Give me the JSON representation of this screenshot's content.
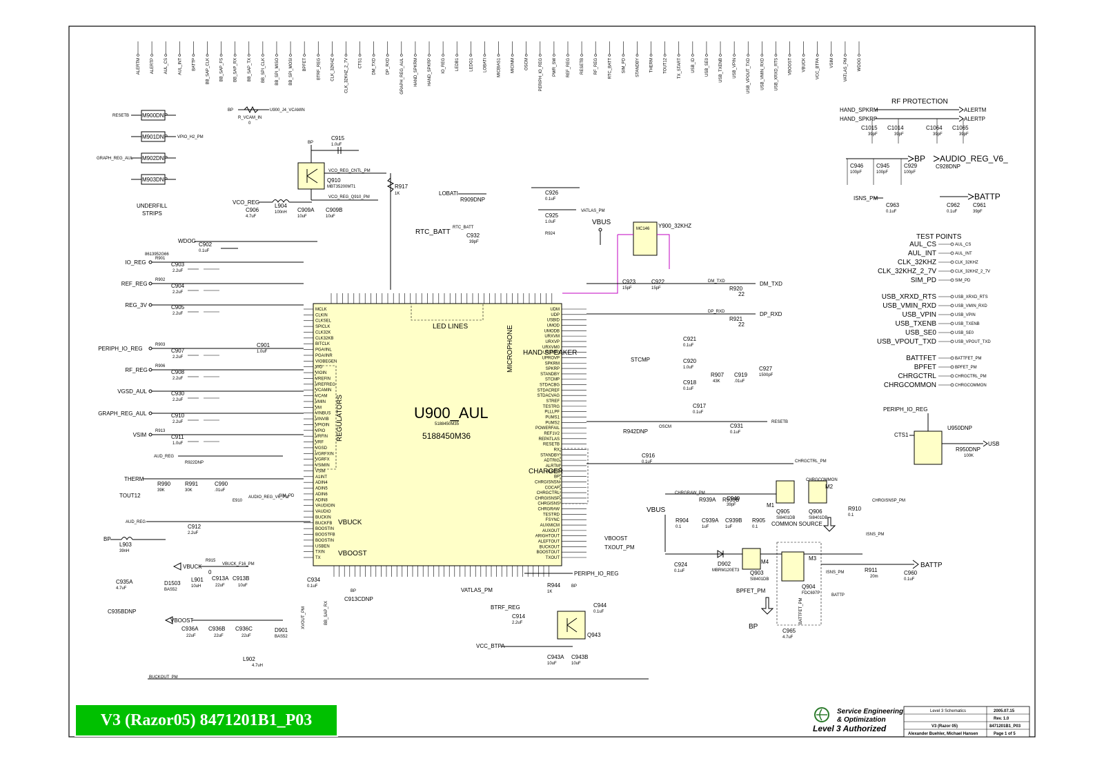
{
  "main_ic": {
    "ref": "U900_AUL",
    "part": "5188450M36",
    "internal": "5188450M35"
  },
  "block_labels": {
    "regulators": "REGULATORS",
    "vbuck": "VBUCK",
    "vboost": "VBOOST",
    "led_lines": "LED LINES",
    "microphone": "MICROPHONE",
    "hand_speaker": "HAND SPEAKER",
    "charger": "CHARGER",
    "underfill": "UNDERFILL\nSTRIPS",
    "rf_protection": "RF PROTECTION",
    "test_points": "TEST POINTS",
    "common_source": "COMMON SOURCE"
  },
  "top_nets": [
    "ALERTM",
    "ALERTP",
    "AUL_CS",
    "AUL_INT",
    "BATTP",
    "BB_SAP_CLK",
    "BB_SAP_FS",
    "BB_SAP_RX",
    "BB_SAP_TX",
    "BB_SPI_CLK",
    "BB_SPI_MISO",
    "BB_SPI_MOSI",
    "BPFET",
    "BTRF_REG",
    "CLK_32KHZ",
    "CLK_32KHZ_2_7V",
    "CTS1",
    "DM_TXD",
    "DP_RXD",
    "GRAPH_REG_AUL",
    "HAND_SPKRM",
    "HAND_SPKRP",
    "IO_REG",
    "LEDB1",
    "LEDG1",
    "LOBATI",
    "MICBIAS1",
    "MICINM",
    "OSCM",
    "PERIPH_IO_REG",
    "PWR_SW",
    "REF_REG",
    "RESETB",
    "RF_REG",
    "RTC_BATT",
    "SIM_PD",
    "STANDBY",
    "THERM",
    "TOUT12",
    "TX_START",
    "USB_ID",
    "USB_SE0",
    "USB_TXENB",
    "USB_VPIN",
    "USB_VPOUT_TXD",
    "USB_VMIN_RXD",
    "USB_XRXD_RTS",
    "VBOOST",
    "VBUCK",
    "VCC_BTPA",
    "VSIM",
    "VATLAS_PM",
    "WDOG"
  ],
  "dnp_blocks": [
    "M900DNP",
    "M901DNP",
    "M902DNP",
    "M903DNP"
  ],
  "dnp_nets": {
    "reset": "RESETB",
    "vpio": "VPIO_H2_PM",
    "graph": "GRAPH_REG_AUL"
  },
  "top_components": {
    "q910": "Q910",
    "q910_part": "MBT35200MT1",
    "vco_cntl": "VCO_REG_CNTL_PM",
    "vco_q910": "VCO_REG_Q910_PM",
    "c915": "C915",
    "c915_val": "1.0uF",
    "r917": "R917",
    "r917_val": "1K",
    "vco_reg": "VCO_REG",
    "l904": "L904",
    "l904_val": "100nH",
    "c906": "C906",
    "c906_val": "4.7uF",
    "c909a": "C909A",
    "c909a_val": "10uF",
    "c909b": "C909B",
    "c909b_val": "10uF",
    "bp": "BP",
    "r_vcam_in": "R_VCAM_IN",
    "r_vcam_val": "0",
    "u900_j4": "U900_J4_VCAMIN"
  },
  "left_regs": [
    {
      "net": "IO_REG",
      "cap": "C903",
      "val": "2.2uF",
      "r": "R901"
    },
    {
      "net": "REF_REG",
      "cap": "C904",
      "val": "2.2uF",
      "r": "R902"
    },
    {
      "net": "REG_3V",
      "cap": "C905",
      "val": "2.2uF",
      "r": ""
    },
    {
      "net": "PERIPH_IO_REG",
      "cap": "C907",
      "val": "2.2uF",
      "r": "R903"
    },
    {
      "net": "RF_REG",
      "cap": "C908",
      "val": "2.2uF",
      "r": "R906"
    },
    {
      "net": "VGSD_AUL",
      "cap": "C930",
      "val": "2.2uF",
      "r": ""
    },
    {
      "net": "GRAPH_REG_AUL",
      "cap": "C910",
      "val": "2.2uF",
      "r": ""
    },
    {
      "net": "VSIM",
      "cap": "C911",
      "val": "1.0uF",
      "r": "R913"
    }
  ],
  "wdog": {
    "net": "WDOG",
    "cap": "C902",
    "val": "0.1uF"
  },
  "left_misc": {
    "c901": "C901",
    "c901_val": "1.0uF",
    "aud_reg": "AUD_REG",
    "r922": "R922DNP",
    "therm": "THERM",
    "tout12": "TOUT12",
    "r990": "R990",
    "r990_val": "39K",
    "r991": "R991",
    "r991_val": "30K",
    "c990": "C990",
    "c990_val": ".01uF",
    "e910": "E910",
    "audio_reg_v6": "AUDIO_REG_V6_PM",
    "sim_pd": "SIM_PD",
    "c912": "C912",
    "c912_val": "2.2uF",
    "aud_reg2": "AUD_REG",
    "l903": "L903",
    "l903_val": "39nH",
    "c935a": "C935A",
    "c935a_val": "4.7uF",
    "c935b": "C935BDNP",
    "vbuck": "VBUCK",
    "l901": "L901",
    "l901_val": "10uH",
    "r915": "R915",
    "r915_val": "0",
    "vbuck_f16": "VBUCK_F16_PM",
    "c913a": "C913A",
    "c913b": "C913B",
    "c913_val": "22uF",
    "c913b_val": "10uF",
    "d1503": "D1503",
    "d1503_part": "BAS52",
    "vboost": "VBOOST",
    "c936a": "C936A",
    "c936b": "C936B",
    "c936c": "C936C",
    "c936_val": "22uF",
    "d901": "D901",
    "d901_part": "BAS52",
    "l902": "L902",
    "l902_val": "4.7uH",
    "buckout": "BUCKOUT_PM",
    "c934": "C934",
    "c934_val": "0.1uF",
    "xvout": "XVOUT_PM",
    "bb_sap_rx": "BB_SAP_RX",
    "c913c": "C913CDNP"
  },
  "right_side": {
    "lobati": "LOBATI",
    "r909": "R909DNP",
    "rtc_batt": "RTC_BATT",
    "c932": "C932",
    "c932_val": "39pF",
    "c926": "C926",
    "c926_val": "0.1uF",
    "vatlas": "VATLAS_PM",
    "c925": "C925",
    "c925_val": "1.0uF",
    "vbus": "VBUS",
    "r924": "R924",
    "mc146": "MC146",
    "y900": "Y900_32KHZ",
    "c923": "C923",
    "c923_val": "15pF",
    "c922": "C922",
    "c922_val": "15pF",
    "r920": "R920",
    "r920_val": "22",
    "r921": "R921",
    "r921_val": "22",
    "dm_txd": "DM_TXD",
    "dp_rxd": "DP_RXD",
    "c921": "C921",
    "c921_val": "0.1uF",
    "c920": "C920",
    "c920_val": "1.0uF",
    "stcmp": "STCMP",
    "r907": "R907",
    "r907_val": "43K",
    "c919": "C919",
    "c919_val": ".01uF",
    "c927": "C927",
    "c927_val": "1500pF",
    "c918": "C918",
    "c918_val": "0.1uF",
    "c917": "C917",
    "c917_val": "0.1uF",
    "c931": "C931",
    "c931_val": "0.1uF",
    "resetb": "RESETB",
    "r942": "R942DNP",
    "oscm": "OSCM",
    "c916": "C916",
    "c916_val": "0.1uF",
    "chrgraw": "CHRGRAW_PM",
    "c940": "C940",
    "c940_val": "39pF",
    "chrgctrl": "CHRGCTRL_PM",
    "chrgcommon": "CHRGCOMMON",
    "r904": "R904",
    "r904_val": "0.1",
    "r939a": "R939A",
    "r939b": "R939B",
    "r905": "R905",
    "r905_val": "0.1",
    "c939a": "C939A",
    "c939b": "C939B",
    "c939_val": "1uF",
    "m1": "M1",
    "m2": "M2",
    "m3": "M3",
    "m4": "M4",
    "q905": "Q905",
    "q906": "Q906",
    "q903": "Q903",
    "q904": "Q904",
    "si8401": "SI8401DB",
    "fdc697p": "FDC697P",
    "r910": "R910",
    "r910_val": "0.1",
    "chrgisnsp": "CHRGISNSP_PM",
    "isns": "ISNS_PM",
    "c924": "C924",
    "c924_val": "0.1uF",
    "d902": "D902",
    "d902_part": "MBRM120ET3",
    "bpfet": "BPFET_PM",
    "battfet": "BATTFET_PM",
    "r911": "R911",
    "r911_val": "20m",
    "c960": "C960",
    "c960_val": "0.1uF",
    "battp": "BATTP",
    "c965": "C965",
    "c965_val": "4.7uF",
    "bp": "BP",
    "vboost_pm": "VBOOST",
    "txout": "TXOUT_PM",
    "periph_io_reg": "PERIPH_IO_REG",
    "r944": "R944",
    "r944_val": "1K",
    "c944": "C944",
    "c944_val": "0.1uF",
    "btrf_reg": "BTRF_REG",
    "c914": "C914",
    "c914_val": "2.2uF",
    "q943": "Q943",
    "vcc_btpa": "VCC_BTPA",
    "c943a": "C943A",
    "c943b": "C943B",
    "c943_val": "10uF",
    "vatlas2": "VATLAS_PM",
    "bp2": "BP"
  },
  "rf_protection": {
    "hand_spkrm": "HAND_SPKRM",
    "hand_spkrp": "HAND_SPKRP",
    "alertm": "ALERTM",
    "alertp": "ALERTP",
    "caps": [
      {
        "ref": "C1015",
        "val": "39pF"
      },
      {
        "ref": "C1014",
        "val": "39pF"
      },
      {
        "ref": "C1064",
        "val": "39pF"
      },
      {
        "ref": "C1065",
        "val": "39pF"
      }
    ],
    "bp": "BP",
    "audio_reg": "AUDIO_REG_V6_",
    "caps2": [
      {
        "ref": "C946",
        "val": "100pF"
      },
      {
        "ref": "C945",
        "val": "100pF"
      },
      {
        "ref": "C929",
        "val": "100pF"
      }
    ],
    "c928": "C928DNP",
    "battp": "BATTP",
    "isns": "ISNS_PM",
    "c963": "C963",
    "c963_val": "0.1uF",
    "c962": "C962",
    "c962_val": "0.1uF",
    "c961": "C961",
    "c961_val": "39pF"
  },
  "test_points": [
    {
      "label": "AUL_CS",
      "pin": "AUL_CS"
    },
    {
      "label": "AUL_INT",
      "pin": "AUL_INT"
    },
    {
      "label": "CLK_32KHZ",
      "pin": "CLK_32KHZ"
    },
    {
      "label": "CLK_32KHZ_2_7V",
      "pin": "CLK_32KHZ_2_7V"
    },
    {
      "label": "SIM_PD",
      "pin": "SIM_PD"
    },
    {
      "label": "USB_XRXD_RTS",
      "pin": "USB_XRXD_RTS"
    },
    {
      "label": "USB_VMIN_RXD",
      "pin": "USB_VMIN_RXD"
    },
    {
      "label": "USB_VPIN",
      "pin": "USB_VPIN"
    },
    {
      "label": "USB_TXENB",
      "pin": "USB_TXENB"
    },
    {
      "label": "USB_SE0",
      "pin": "USB_SE0"
    },
    {
      "label": "USB_VPOUT_TXD",
      "pin": "USB_VPOUT_TXD"
    },
    {
      "label": "BATTFET",
      "pin": "BATTFET_PM"
    },
    {
      "label": "BPFET",
      "pin": "BPFET_PM"
    },
    {
      "label": "CHRGCTRL",
      "pin": "CHRGCTRL_PM"
    },
    {
      "label": "CHRGCOMMON",
      "pin": "CHRGCOMMON"
    }
  ],
  "u950": {
    "ref": "U950DNP",
    "periph": "PERIPH_IO_REG",
    "cts1": "CTS1",
    "usb": "USB",
    "r950": "R950DNP",
    "r950_val": "100K"
  },
  "left_ic_pins": [
    "MCLK",
    "CLKIN",
    "CLKSEL",
    "SPICLK",
    "CLK32K",
    "CLK32KB",
    "BITCLK",
    "PGA/INL",
    "PGA/INR",
    "VIOBEGEN",
    "VIO",
    "VIOIN",
    "VREFIN",
    "VREFREG",
    "VCAMIN",
    "VCAM",
    "VMIN",
    "VM",
    "VINBUS",
    "VINVIB",
    "VPIOIN",
    "VPIO",
    "VRFIN",
    "VRF",
    "VGSD",
    "VGRFXIN",
    "VGRFX",
    "VSIMIN",
    "VSIM",
    "A1INT",
    "ADIN4",
    "ADIN5",
    "ADIN6",
    "ADIN8",
    "VAUDIOIN",
    "VAUDIO",
    "BUCKIN",
    "BUCKFB",
    "BOOSTIN",
    "BOOSTFB",
    "BOOSTIN",
    "USBEN",
    "TXIN",
    "TX"
  ],
  "right_ic_pins": [
    "UDM",
    "UDP",
    "USBID",
    "UMOD",
    "UMODB",
    "URXVM",
    "URXVP",
    "URXVM0",
    "URXVP0",
    "UPROVP",
    "SPKRM",
    "SPKRP",
    "STANDBY",
    "STCMP",
    "STDACBG",
    "STDACREF",
    "STDACVAG",
    "STREF",
    "TESTRG",
    "PLLLPF",
    "PUMS1",
    "PUMS2",
    "POWERFAIL",
    "REF1V2",
    "REPATLAS",
    "RESETB",
    "RX",
    "STANDBY",
    "ADTRIG",
    "ALRTM",
    "ALRTP",
    "BP",
    "CHRGISNSN",
    "COCAP",
    "CHRGCTRL",
    "CHRGISNSP",
    "CHRGISNS",
    "CHRGRAW",
    "TESTRD",
    "FSYNC",
    "AUXMICM",
    "AUXOUT",
    "ARIGHTOUT",
    "ALEFTOUT",
    "BUCKOUT",
    "BOOSTOUT",
    "TXOUT"
  ],
  "logo": {
    "line1": "Service Engineering",
    "line2": "& Optimization",
    "authorized": "Level 3 Authorized"
  },
  "title_block": {
    "title": "Level 3 Schematics",
    "date": "2005.07.15",
    "rev": "Rev. 1.0",
    "model": "V3 (Razor 05)",
    "doc": "8471201B1_P03",
    "authors": "Alexander Buehler, Michael Hansen",
    "page": "Page 1 of 5"
  },
  "banner": "V3 (Razor05) 8471201B1_P03",
  "colors": {
    "ic_fill": "#ffffc8",
    "banner": "#00c000",
    "logo": "#2a7a2a",
    "purple": "#c000c0",
    "blue": "#0000c0"
  }
}
